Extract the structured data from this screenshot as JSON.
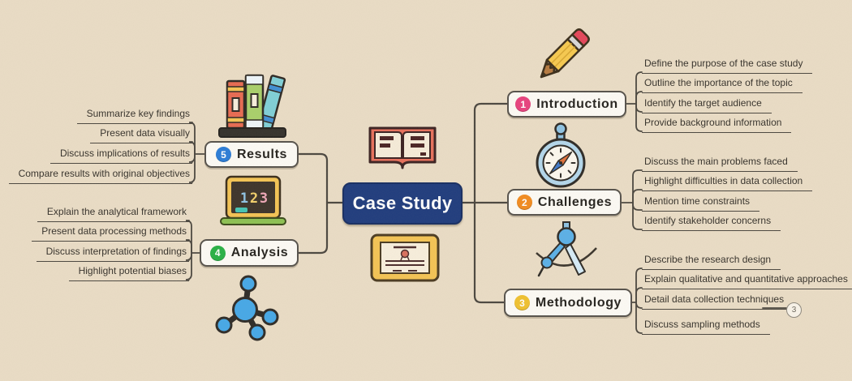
{
  "title": "Case Study Mind Map",
  "colors": {
    "background": "#eaddc6",
    "connector_line": "#4a463f",
    "center_node_bg": "#1e3b7d",
    "center_node_text": "#ffffff",
    "branch_node_bg": "#fdfbf6",
    "branch_node_border": "#55514b",
    "badge_introduction": "#e8417e",
    "badge_challenges": "#f28b1f",
    "badge_methodology": "#f0c12f",
    "badge_analysis": "#27b145",
    "badge_results": "#2a7cd8"
  },
  "center": {
    "label": "Case Study"
  },
  "right_branches": [
    {
      "number": "1",
      "badge_color": "#e8417e",
      "label": "Introduction",
      "items": [
        "Define the purpose of the case study",
        "Outline the importance of the topic",
        "Identify the target audience",
        "Provide background information"
      ]
    },
    {
      "number": "2",
      "badge_color": "#f28b1f",
      "label": "Challenges",
      "items": [
        "Discuss the main problems faced",
        "Highlight difficulties in data collection",
        "Mention time constraints",
        "Identify stakeholder concerns"
      ]
    },
    {
      "number": "3",
      "badge_color": "#f0c12f",
      "label": "Methodology",
      "items": [
        "Describe the research design",
        "Explain qualitative and quantitative approaches",
        "Detail data collection techniques",
        "Discuss sampling methods"
      ],
      "collapsed_count": "3"
    }
  ],
  "left_branches": [
    {
      "number": "5",
      "badge_color": "#2a7cd8",
      "label": "Results",
      "items": [
        "Summarize key findings",
        "Present data visually",
        "Discuss implications of results",
        "Compare results with original objectives"
      ]
    },
    {
      "number": "4",
      "badge_color": "#27b145",
      "label": "Analysis",
      "items": [
        "Explain the analytical framework",
        "Present data processing methods",
        "Discuss interpretation of findings",
        "Highlight potential biases"
      ]
    }
  ],
  "icons": {
    "above_center": "open-book",
    "below_center": "certificate",
    "introduction": "pencil",
    "challenges": "compass",
    "methodology": "drafting-compass",
    "results": "bookshelf",
    "analysis": "chalkboard-123",
    "below_analysis": "molecule"
  }
}
